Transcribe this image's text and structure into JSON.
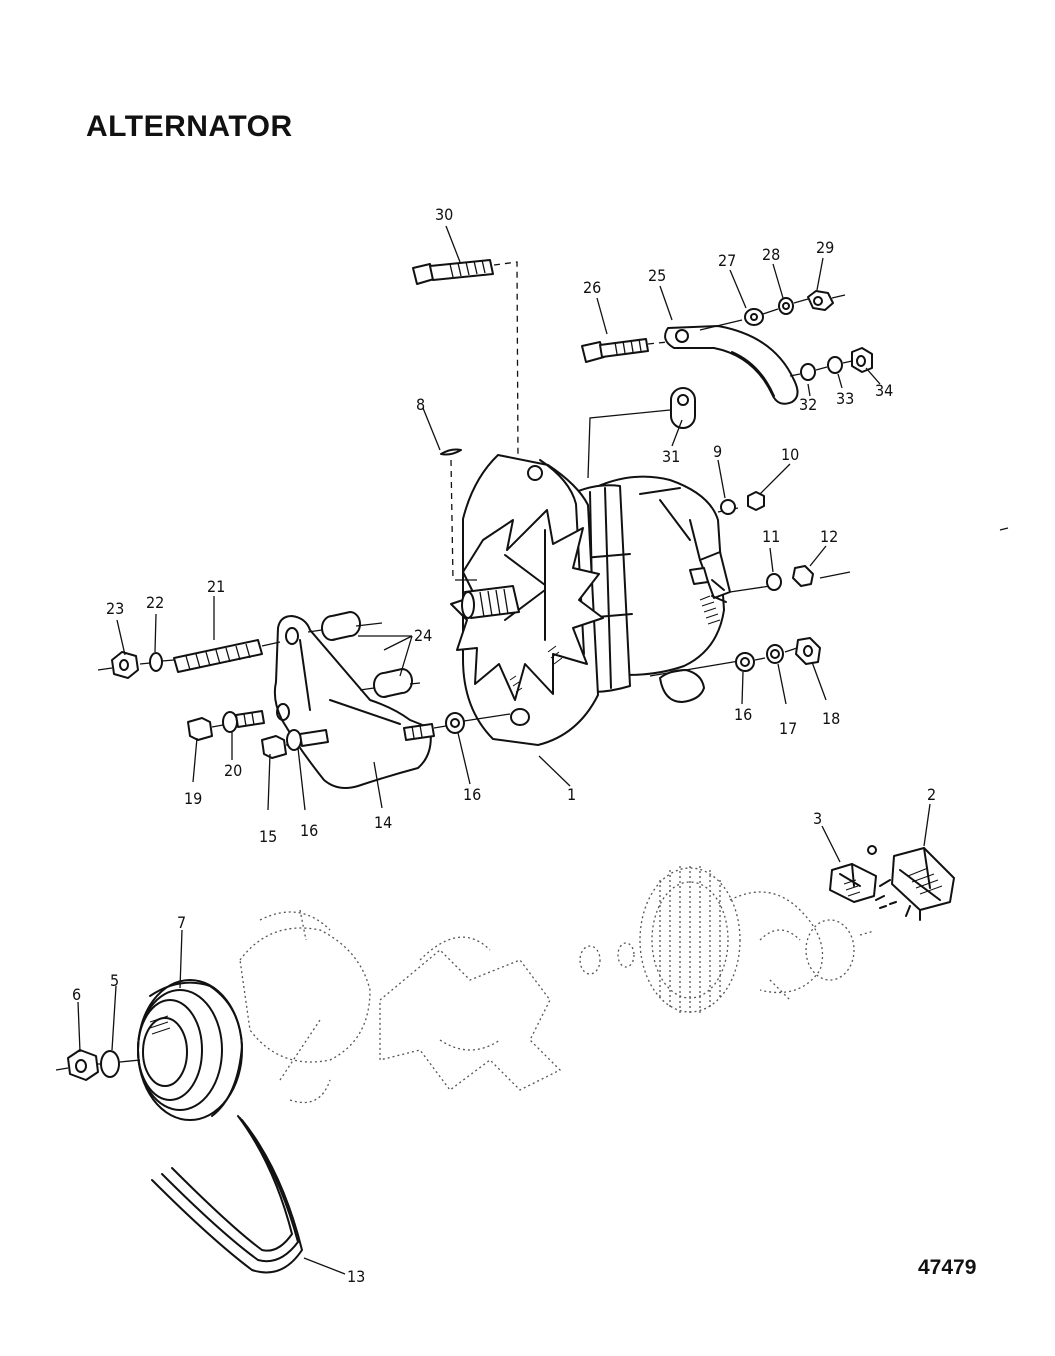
{
  "title": "ALTERNATOR",
  "figure_number": "47479",
  "callouts": {
    "c1": "1",
    "c2": "2",
    "c3": "3",
    "c5": "5",
    "c6": "6",
    "c7": "7",
    "c8": "8",
    "c9": "9",
    "c10": "10",
    "c11": "11",
    "c12": "12",
    "c13": "13",
    "c14": "14",
    "c15": "15",
    "c16a": "16",
    "c16b": "16",
    "c16c": "16",
    "c17": "17",
    "c18": "18",
    "c19": "19",
    "c20": "20",
    "c21": "21",
    "c22": "22",
    "c23": "23",
    "c24": "24",
    "c25": "25",
    "c26": "26",
    "c27": "27",
    "c28": "28",
    "c29": "29",
    "c30": "30",
    "c31": "31",
    "c32": "32",
    "c33": "33",
    "c34": "34"
  }
}
